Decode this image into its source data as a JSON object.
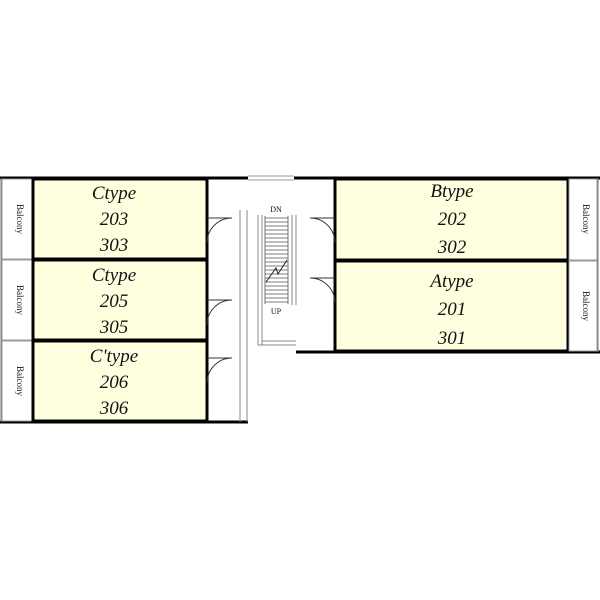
{
  "colors": {
    "unit_fill": "#ffffe0",
    "wall": "#000000",
    "line": "#666666",
    "background": "#ffffff"
  },
  "left_units": [
    {
      "type": "Ctype",
      "top": "203",
      "bottom": "303"
    },
    {
      "type": "Ctype",
      "top": "205",
      "bottom": "305"
    },
    {
      "type": "C'type",
      "top": "206",
      "bottom": "306"
    }
  ],
  "right_units": [
    {
      "type": "Btype",
      "top": "202",
      "bottom": "302"
    },
    {
      "type": "Atype",
      "top": "201",
      "bottom": "301"
    }
  ],
  "balcony_label": "Balcony",
  "stairs": {
    "down_label": "DN",
    "up_label": "UP"
  }
}
